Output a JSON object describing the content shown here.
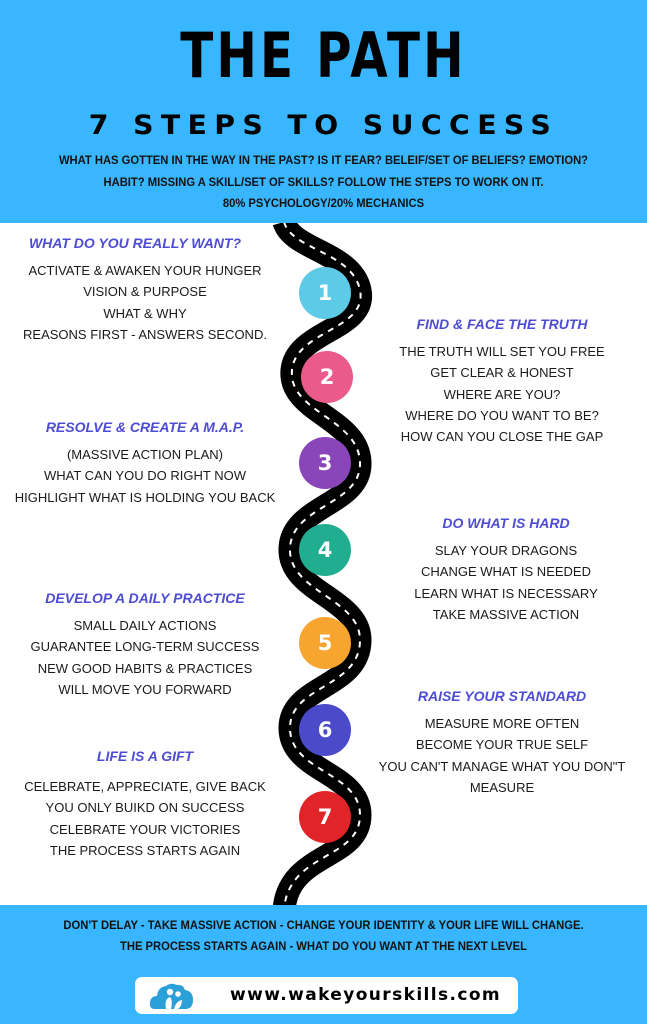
{
  "header": {
    "title": "THE PATH",
    "subtitle": "7 STEPS TO SUCCESS",
    "intro_lines": [
      "WHAT HAS GOTTEN IN THE WAY IN THE PAST? IS IT FEAR? BELEIF/SET OF BELIEFS? EMOTION?",
      "HABIT? MISSING A SKILL/SET OF SKILLS? FOLLOW THE STEPS TO WORK ON IT.",
      "80% PSYCHOLOGY/20% MECHANICS"
    ]
  },
  "colors": {
    "banner": "#38b6ff",
    "heading": "#4d4cd4",
    "road": "#000000",
    "road_dash": "#ffffff"
  },
  "steps": [
    {
      "number": "1",
      "color": "#5ecbe6",
      "side": "left",
      "heading": "WHAT DO YOU REALLY WANT?",
      "lines": [
        "ACTIVATE & AWAKEN YOUR HUNGER",
        "VISION & PURPOSE",
        "WHAT & WHY",
        "REASONS FIRST - ANSWERS SECOND."
      ]
    },
    {
      "number": "2",
      "color": "#ea5a8a",
      "side": "right",
      "heading": "FIND & FACE THE TRUTH",
      "lines": [
        "THE TRUTH WILL SET YOU FREE",
        "GET CLEAR & HONEST",
        "WHERE ARE YOU?",
        "WHERE DO YOU WANT TO BE?",
        "HOW CAN YOU CLOSE THE GAP"
      ]
    },
    {
      "number": "3",
      "color": "#8a45b9",
      "side": "left",
      "heading": "RESOLVE & CREATE A M.A.P.",
      "lines": [
        "(MASSIVE ACTION PLAN)",
        "WHAT CAN YOU DO RIGHT NOW",
        "HIGHLIGHT WHAT IS HOLDING YOU BACK"
      ]
    },
    {
      "number": "4",
      "color": "#21ad8f",
      "side": "right",
      "heading": "DO WHAT IS HARD",
      "lines": [
        "SLAY YOUR DRAGONS",
        "CHANGE WHAT IS NEEDED",
        "LEARN WHAT IS NECESSARY",
        "TAKE MASSIVE ACTION"
      ]
    },
    {
      "number": "5",
      "color": "#f8a530",
      "side": "left",
      "heading": "DEVELOP A DAILY PRACTICE",
      "lines": [
        "SMALL DAILY ACTIONS",
        "GUARANTEE LONG-TERM SUCCESS",
        "NEW GOOD HABITS & PRACTICES",
        "WILL MOVE YOU FORWARD"
      ]
    },
    {
      "number": "6",
      "color": "#4a4acb",
      "side": "right",
      "heading": "RAISE YOUR STANDARD",
      "lines": [
        "MEASURE MORE OFTEN",
        "BECOME YOUR TRUE SELF",
        "YOU CAN'T MANAGE WHAT YOU DON\"T",
        "MEASURE"
      ]
    },
    {
      "number": "7",
      "color": "#e02427",
      "side": "left",
      "heading": "LIFE IS A GIFT",
      "lines": [
        "CELEBRATE, APPRECIATE, GIVE BACK",
        "YOU ONLY BUIKD ON SUCCESS",
        "CELEBRATE YOUR VICTORIES",
        "THE PROCESS STARTS AGAIN"
      ]
    }
  ],
  "footer": {
    "lines": [
      "DON'T DELAY - TAKE MASSIVE ACTION - CHANGE YOUR IDENTITY & YOUR LIFE WILL CHANGE.",
      "THE PROCESS STARTS AGAIN - WHAT DO YOU WANT AT THE NEXT LEVEL"
    ],
    "logo_icon": "cloud-people-logo-icon",
    "website": "www.wakeyourskills.com"
  }
}
